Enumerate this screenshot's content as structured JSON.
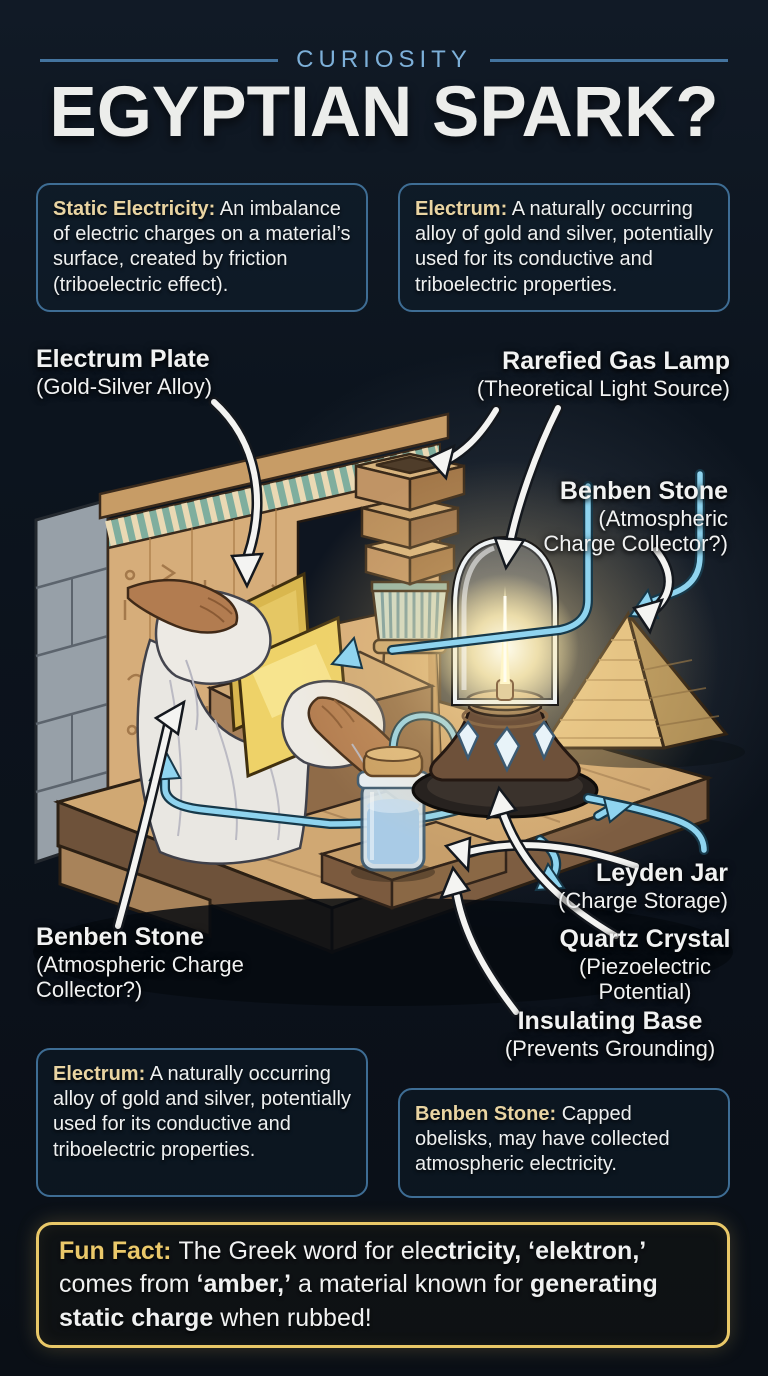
{
  "header": {
    "kicker": "CURIOSITY",
    "title": "EGYPTIAN SPARK?"
  },
  "boxes": {
    "top_left": {
      "term": "Static Electricity:",
      "text": "An imbalance of electric charges on a material’s surface, created by friction (triboelectric effect)."
    },
    "top_right": {
      "term": "Electrum:",
      "text": "A naturally occurring alloy of gold and silver, potentially used for its conductive and triboelectric properties."
    },
    "bottom_left": {
      "term": "Electrum:",
      "text": "A naturally occurring alloy of gold and silver, potentially used for its conductive and triboelectric properties."
    },
    "bottom_right": {
      "term": "Benben Stone:",
      "text": "Capped obelisks, may have collected atmospheric electricity."
    }
  },
  "diagram_labels": {
    "electrum_plate": {
      "title": "Electrum Plate",
      "subtitle": "(Gold-Silver Alloy)"
    },
    "rarefied_gas_lamp": {
      "title": "Rarefied Gas Lamp",
      "subtitle": "(Theoretical Light Source)"
    },
    "benben_stone_right": {
      "title": "Benben Stone",
      "subtitle": "(Atmospheric Charge Collector?)"
    },
    "leyden_jar": {
      "title": "Leyden Jar",
      "subtitle": "(Charge Storage)"
    },
    "quartz_crystal": {
      "title": "Quartz Crystal",
      "subtitle": "(Piezoelectric Potential)"
    },
    "insulating_base": {
      "title": "Insulating Base",
      "subtitle": "(Prevents Grounding)"
    },
    "benben_stone_left": {
      "title": "Benben Stone",
      "subtitle": "(Atmospheric Charge Collector?)"
    }
  },
  "fun_fact": {
    "segments": [
      {
        "text": "Fun Fact: ",
        "bold": true,
        "gold": true
      },
      {
        "text": "The Greek word for ele",
        "bold": false
      },
      {
        "text": "ctricity, ‘elektron,’",
        "bold": true
      },
      {
        "text": " comes from ",
        "bold": false
      },
      {
        "text": "‘amber,’",
        "bold": true
      },
      {
        "text": " a material known for ",
        "bold": false
      },
      {
        "text": "generating static charge",
        "bold": true
      },
      {
        "text": " when rubbed!",
        "bold": false
      }
    ]
  },
  "colors": {
    "background": "#0c141e",
    "box_border": "#3e6d94",
    "term_gold": "#e9d4a2",
    "kicker_blue": "#7db0d9",
    "funfact_border": "#e9c868",
    "wire_blue": "#8fd4ef",
    "gold_plate": "#eed268",
    "text": "#f1f2f2"
  }
}
